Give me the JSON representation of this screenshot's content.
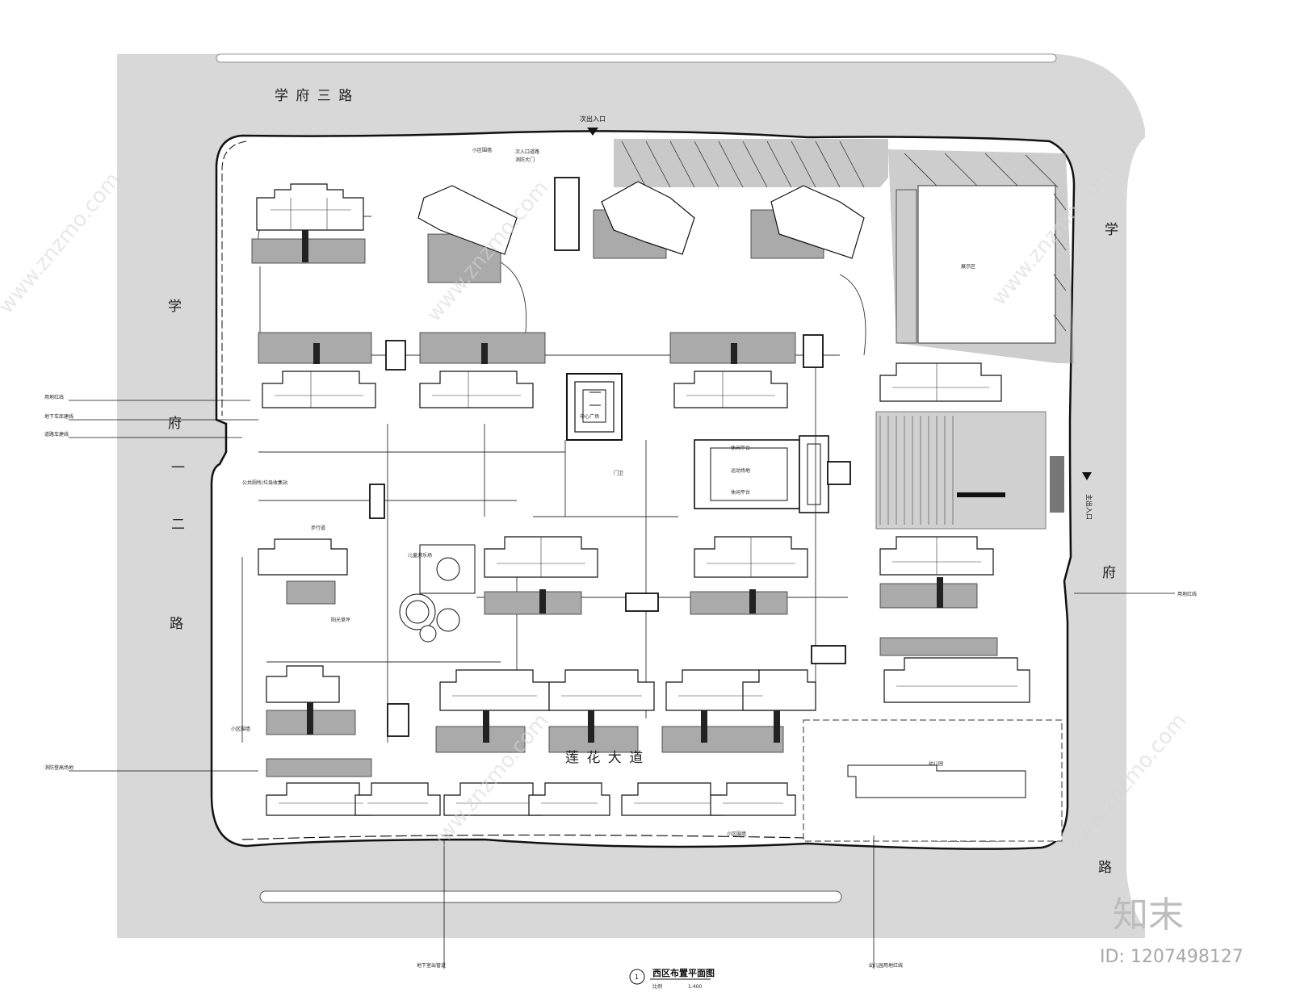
{
  "roads": {
    "north": "学 府 三 路",
    "west": [
      "学",
      "府",
      "一",
      "二",
      "路"
    ],
    "east": [
      "学",
      "府",
      "路"
    ],
    "south": "莲 花 大 道"
  },
  "entrances": {
    "secondary": "次出入口",
    "main": "主出入口"
  },
  "callouts": {
    "left": [
      "用地红线",
      "地下车库建线",
      "道路车建线",
      "消防登高场地"
    ],
    "right": "用地红线",
    "bottom_left": "地下室出管道",
    "bottom_right": "幼儿园用地红线"
  },
  "plan_labels": {
    "wall_north": "小区围墙",
    "gate_north": "次入口道路",
    "gate_label": "消防大门",
    "central_plaza": "中心广场",
    "activity": "运动场地",
    "guard": "门卫",
    "kids": "儿童游乐场",
    "lawn": "阳光草坪",
    "kindergarten": "幼儿园",
    "sales": "展示区",
    "wall_south": "小区围墙",
    "west_wall": "小区围墙",
    "ped": "步行道",
    "parking": "公共厕所/垃圾收集站",
    "pool_a": "休闲平台",
    "pool_b": "休闲平台"
  },
  "drawing_title": {
    "number": "1",
    "name": "西区布置平面图",
    "scale_label": "比例",
    "scale_value": "1:400"
  },
  "watermark": {
    "text": "www.znzmo.com",
    "logo": "知末",
    "id": "ID: 1207498127"
  }
}
